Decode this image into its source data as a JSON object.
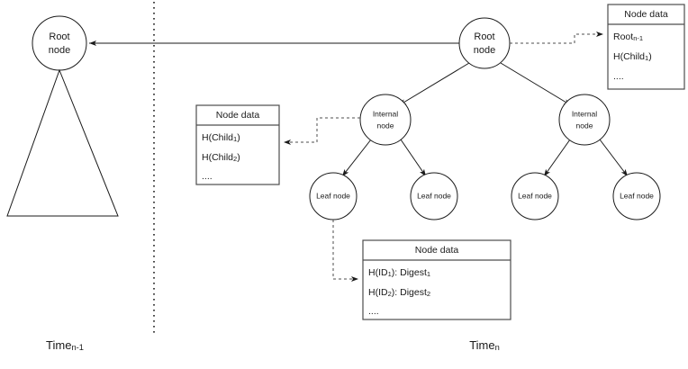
{
  "diagram": {
    "title": "Merkle tree node data diagram",
    "colors": {
      "stroke": "#1a1a1a",
      "dashed": "#4d4d4d",
      "background": "#ffffff"
    },
    "timeline": {
      "previous_label": "Time",
      "previous_sub": "n-1",
      "current_label": "Time",
      "current_sub": "n"
    },
    "nodes": {
      "root_prev_line1": "Root",
      "root_prev_line2": "node",
      "root_curr_line1": "Root",
      "root_curr_line2": "node",
      "internal_left_line1": "Internal",
      "internal_left_line2": "node",
      "internal_right_line1": "Internal",
      "internal_right_line2": "node",
      "leaf_1": "Leaf node",
      "leaf_2": "Leaf node",
      "leaf_3": "Leaf node",
      "leaf_4": "Leaf node"
    },
    "boxes": {
      "root_box": {
        "title": "Node data",
        "row1_main": "Root",
        "row1_sub": "n-1",
        "row2_main_a": "H(Child",
        "row2_sub": "1",
        "row2_main_b": ")",
        "row3": "...."
      },
      "internal_box": {
        "title": "Node data",
        "row1_main_a": "H(Child",
        "row1_sub": "1",
        "row1_main_b": ")",
        "row2_main_a": "H(Child",
        "row2_sub": "2",
        "row2_main_b": ")",
        "row3": "...."
      },
      "leaf_box": {
        "title": "Node data",
        "row1_a": "H(ID",
        "row1_sub1": "1",
        "row1_b": "): Digest",
        "row1_sub2": "1",
        "row2_a": "H(ID",
        "row2_sub1": "2",
        "row2_b": "): Digest",
        "row2_sub2": "2",
        "row3": "...."
      }
    }
  }
}
